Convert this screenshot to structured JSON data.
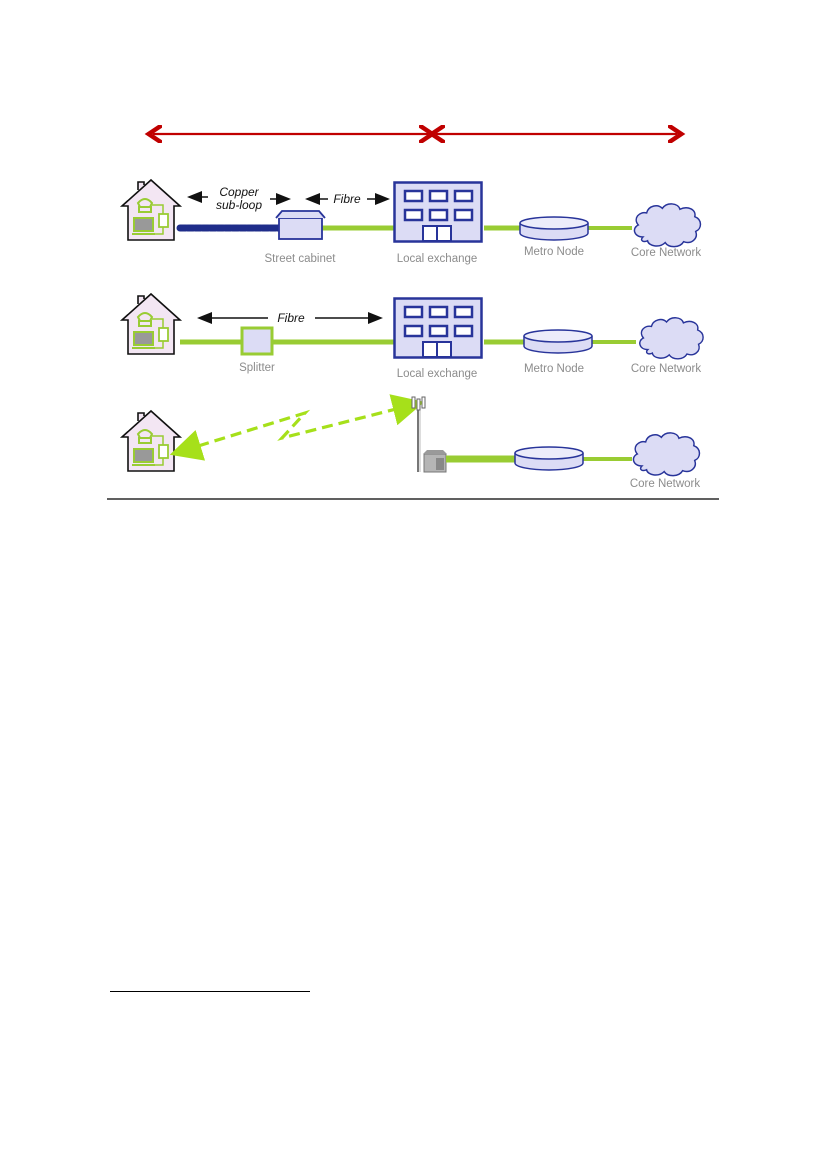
{
  "figure": {
    "colors": {
      "span_arrow": "#c00000",
      "fibre": "#99cc33",
      "wireless": "#a6e01a",
      "copper": "#1f2d8a",
      "building_fill": "#dcdcf5",
      "building_stroke": "#28349a",
      "house_fill": "#f3e6f3",
      "label_gray": "#8c8c8c"
    },
    "rows": [
      {
        "name": "fttc",
        "labels": {
          "copper_line1": "Copper",
          "copper_line2": "sub-loop",
          "fibre": "Fibre",
          "cabinet": "Street cabinet",
          "exchange": "Local exchange",
          "metro": "Metro Node",
          "core": "Core Network"
        }
      },
      {
        "name": "fttp",
        "labels": {
          "fibre": "Fibre",
          "splitter": "Splitter",
          "exchange": "Local exchange",
          "metro": "Metro Node",
          "core": "Core Network"
        }
      },
      {
        "name": "wireless",
        "labels": {
          "core": "Core Network"
        }
      }
    ]
  }
}
